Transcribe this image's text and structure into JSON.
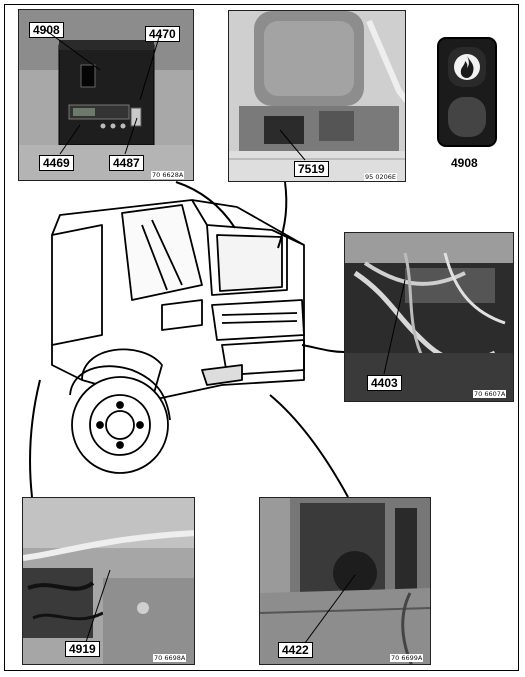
{
  "panels": {
    "control_unit": {
      "labels": [
        "4908",
        "4470",
        "4469",
        "4487"
      ],
      "ref": "70 6628A"
    },
    "seat_area": {
      "labels": [
        "7519"
      ],
      "ref": "95 0206E"
    },
    "switch": {
      "label": "4908",
      "icon": "fire-flame-icon",
      "colors": {
        "body": "#1b1b1b",
        "button_top": "#e8e8e8",
        "button_bottom": "#3a3a3a"
      }
    },
    "dashboard_wiring": {
      "label": "4403",
      "ref": "70 6607A"
    },
    "engine_wiring": {
      "label": "4919",
      "ref": "70 6698A"
    },
    "step_area": {
      "label": "4422",
      "ref": "70 6699A"
    }
  },
  "truck": {
    "icon": "truck-cab-icon"
  }
}
